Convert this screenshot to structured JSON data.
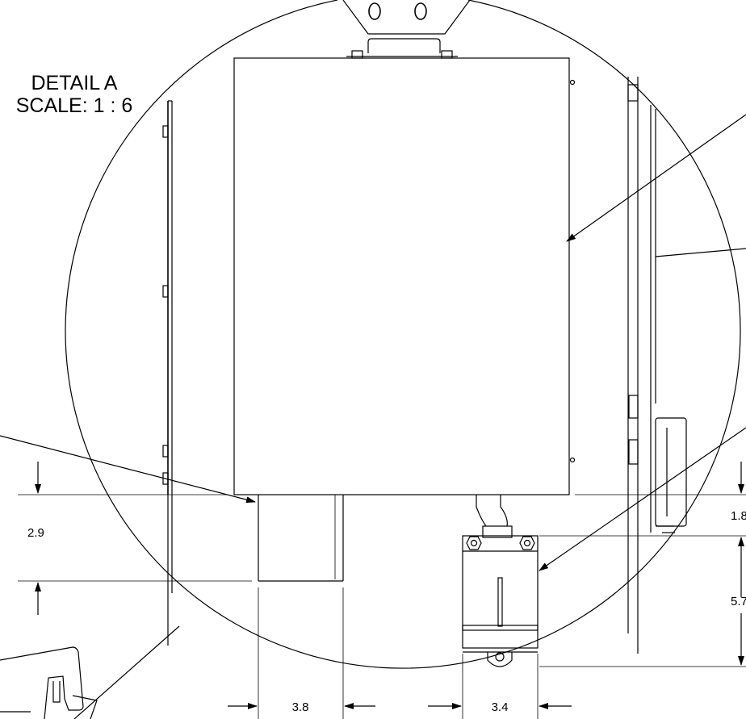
{
  "detail": {
    "title": "DETAIL A",
    "scale": "SCALE: 1 : 6"
  },
  "dimensions": {
    "d_left_vertical": "2.9",
    "d_right_upper": "1.8",
    "d_right_lower": "5.7",
    "d_bottom_left": "3.8",
    "d_bottom_right": "3.4"
  }
}
